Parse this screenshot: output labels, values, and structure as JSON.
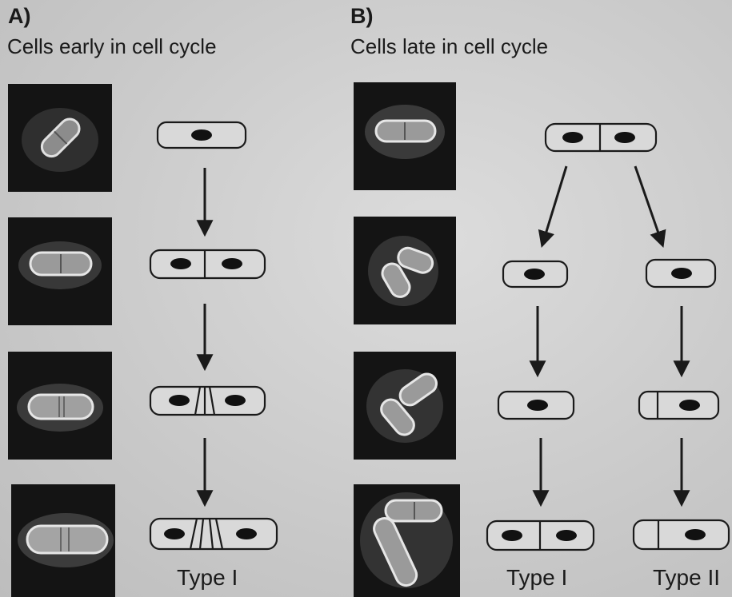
{
  "panel_a": {
    "letter": "A)",
    "title": "Cells early in cell cycle",
    "type_label": "Type I"
  },
  "panel_b": {
    "letter": "B)",
    "title": "Cells late in cell cycle",
    "type_label_left": "Type I",
    "type_label_right": "Type II"
  },
  "colors": {
    "background": "#cfcfcf",
    "photo_background": "#141414",
    "cell_outline": "#1a1a1a",
    "cell_fill": "#d9d9d9",
    "nucleus": "#111111"
  }
}
